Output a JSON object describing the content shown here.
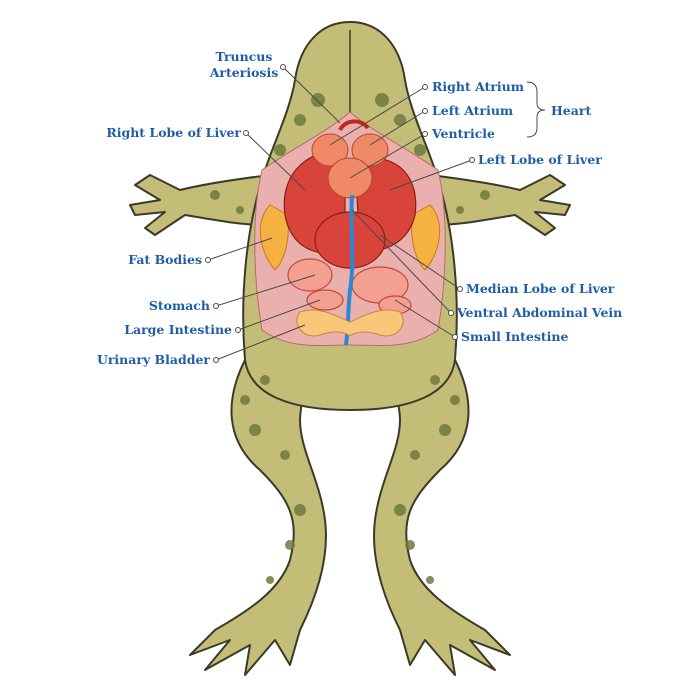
{
  "labels": {
    "truncus_arteriosis": [
      "Truncus",
      "Arteriosis"
    ],
    "right_atrium": "Right Atrium",
    "left_atrium": "Left Atrium",
    "ventricle": "Ventricle",
    "heart": "Heart",
    "right_lobe_of_liver": "Right Lobe of Liver",
    "left_lobe_of_liver": "Left Lobe of Liver",
    "fat_bodies": "Fat Bodies",
    "median_lobe_of_liver": "Median Lobe of Liver",
    "stomach": "Stomach",
    "ventral_abdominal_vein": "Ventral Abdominal Vein",
    "large_intestine": "Large Intestine",
    "small_intestine": "Small Intestine",
    "urinary_bladder": "Urinary Bladder"
  },
  "colors": {
    "label": "#1f5ea6",
    "skin": "#c3bd78",
    "liver": "#d8443a",
    "heart": "#f08a66",
    "fat_bodies": "#f5b240",
    "vein": "#2a88d6",
    "body_cavity": "#eab0ae"
  }
}
